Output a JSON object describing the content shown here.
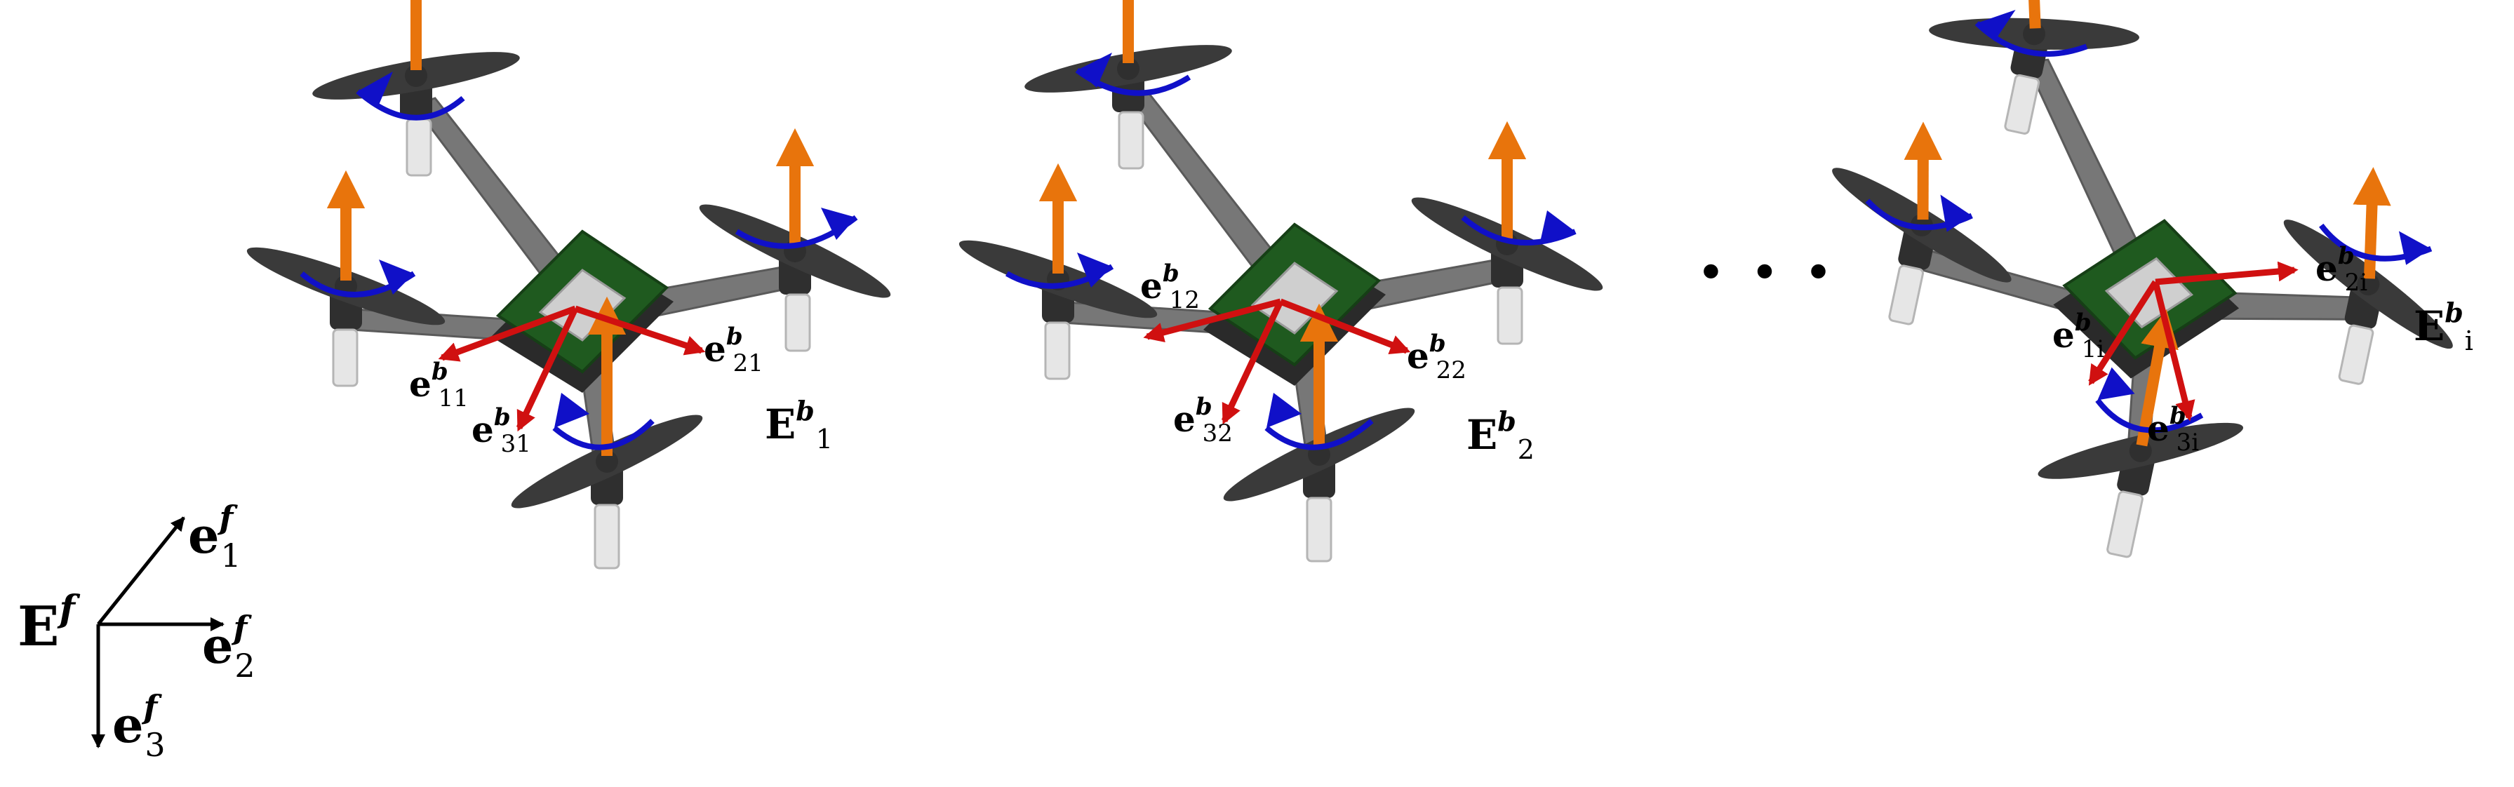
{
  "fixed_frame": {
    "name": "E",
    "name_sup": "f",
    "axis1": {
      "base": "e",
      "sup": "f",
      "sub": "1"
    },
    "axis2": {
      "base": "e",
      "sup": "f",
      "sub": "2"
    },
    "axis3": {
      "base": "e",
      "sup": "f",
      "sub": "3"
    }
  },
  "ellipsis": "· · ·",
  "drones": [
    {
      "frame_label": {
        "base": "E",
        "sup": "b",
        "sub": "1"
      },
      "axes": [
        {
          "base": "e",
          "sup": "b",
          "sub": "11"
        },
        {
          "base": "e",
          "sup": "b",
          "sub": "21"
        },
        {
          "base": "e",
          "sup": "b",
          "sub": "31"
        }
      ]
    },
    {
      "frame_label": {
        "base": "E",
        "sup": "b",
        "sub": "2"
      },
      "axes": [
        {
          "base": "e",
          "sup": "b",
          "sub": "12"
        },
        {
          "base": "e",
          "sup": "b",
          "sub": "22"
        },
        {
          "base": "e",
          "sup": "b",
          "sub": "32"
        }
      ]
    },
    {
      "frame_label": {
        "base": "E",
        "sup": "b",
        "sub": "i"
      },
      "axes": [
        {
          "base": "e",
          "sup": "b",
          "sub": "1i"
        },
        {
          "base": "e",
          "sup": "b",
          "sub": "2i"
        },
        {
          "base": "e",
          "sup": "b",
          "sub": "3i"
        }
      ]
    }
  ],
  "colors": {
    "thrust_arrow": "#E8740C",
    "spin_arrow": "#1010C8",
    "body_axis": "#D01010",
    "frame_axis": "#000000"
  }
}
